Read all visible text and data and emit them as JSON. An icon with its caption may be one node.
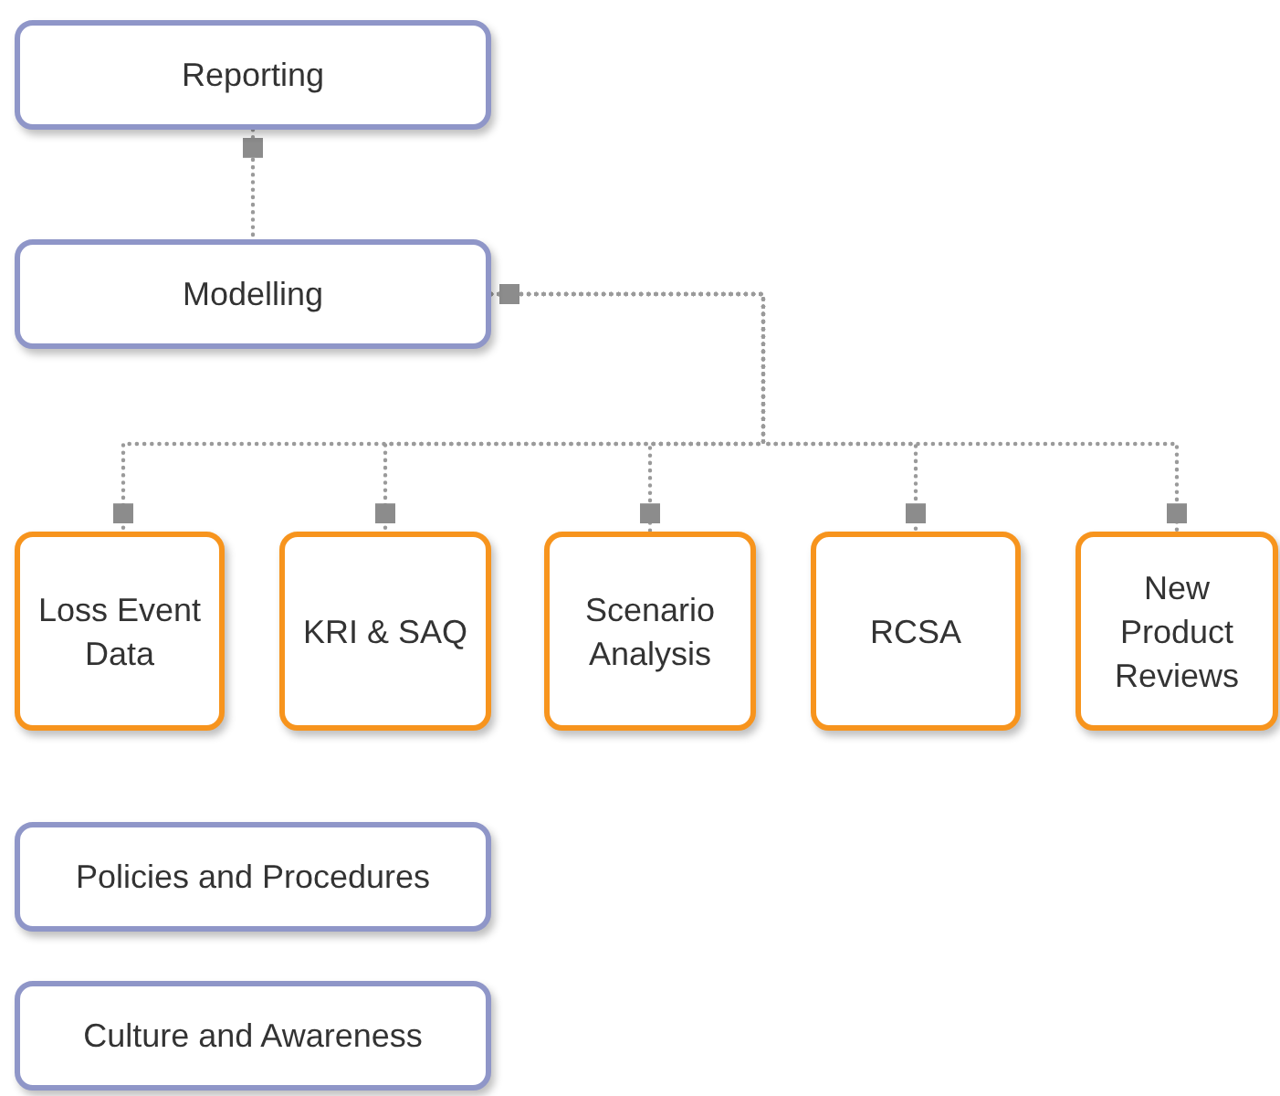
{
  "diagram": {
    "nodes": [
      {
        "text": [
          "Reporting"
        ]
      },
      {
        "text": [
          "Modelling"
        ]
      },
      {
        "text": [
          "Loss Event Data"
        ]
      },
      {
        "text": [
          "KRI & SAQ"
        ]
      },
      {
        "text": [
          "Scenario Analysis"
        ]
      },
      {
        "text": [
          "RCSA"
        ]
      },
      {
        "text": [
          "New Product Reviews"
        ]
      },
      {
        "text": [
          "Policies and Procedures"
        ]
      },
      {
        "text": [
          "Culture and Awareness"
        ]
      }
    ],
    "edges": [
      {
        "from": 0,
        "to": 1,
        "arrow": "other",
        "style": "dashed"
      },
      {
        "from": 1,
        "to": 2,
        "arrow": "other",
        "style": "dashed"
      },
      {
        "from": 1,
        "to": 3,
        "arrow": "other",
        "style": "dashed"
      },
      {
        "from": 1,
        "to": 4,
        "arrow": "other",
        "style": "dashed"
      },
      {
        "from": 1,
        "to": 5,
        "arrow": "other",
        "style": "dashed"
      },
      {
        "from": 1,
        "to": 6,
        "arrow": "other",
        "style": "dashed"
      }
    ]
  }
}
